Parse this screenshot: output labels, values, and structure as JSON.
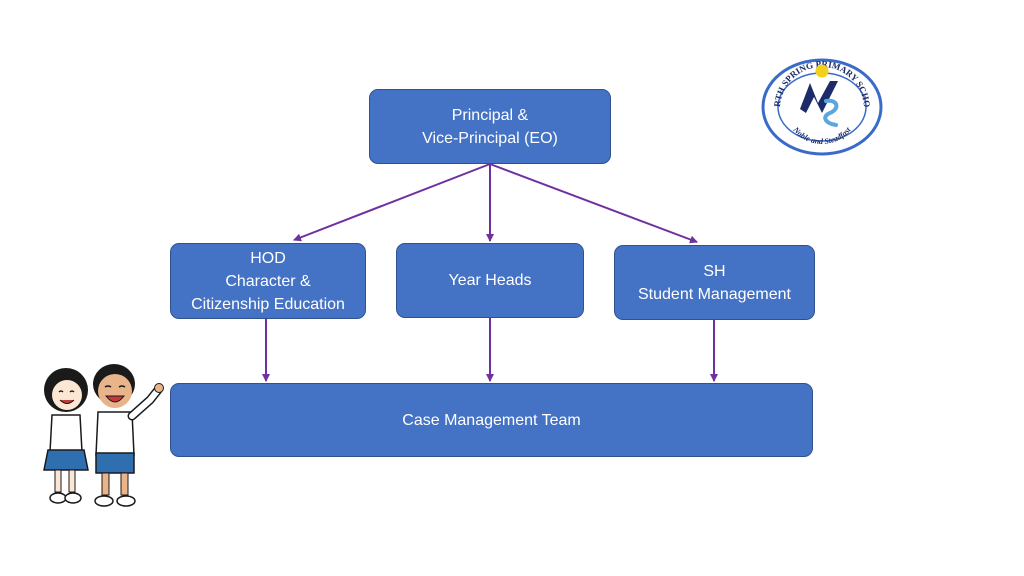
{
  "orgchart": {
    "top": {
      "lines": [
        "Principal &",
        "Vice-Principal (EO)"
      ]
    },
    "middle": [
      {
        "id": "hod",
        "lines": [
          "HOD",
          "Character &",
          "Citizenship Education"
        ]
      },
      {
        "id": "year-heads",
        "lines": [
          "Year Heads"
        ]
      },
      {
        "id": "sh",
        "lines": [
          "SH",
          "Student Management"
        ]
      }
    ],
    "bottom": {
      "lines": [
        "Case Management Team"
      ]
    }
  },
  "logo": {
    "name": "NORTH SPRING PRIMARY SCHOOL",
    "motto": "Noble and Steadfast"
  },
  "colors": {
    "box_fill": "#4472c4",
    "box_border": "#2f528f",
    "connector": "#7030a0",
    "logo_ring": "#3a6bc9",
    "logo_navy": "#1c2c6b"
  },
  "icons": {
    "logo": "school-crest",
    "mascot": "cartoon-students"
  }
}
